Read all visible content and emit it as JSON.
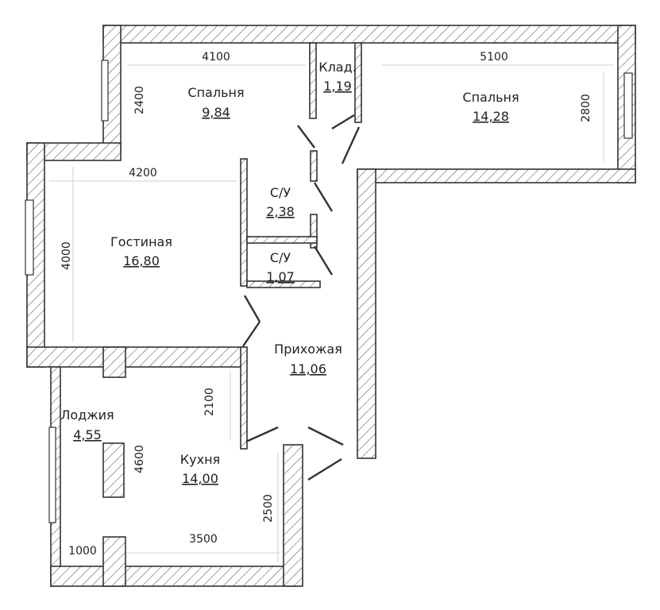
{
  "rooms": {
    "bedroom_left": {
      "name": "Спальня",
      "area": "9,84"
    },
    "storage": {
      "name": "Клад.",
      "area": "1,19"
    },
    "bedroom_right": {
      "name": "Спальня",
      "area": "14,28"
    },
    "living": {
      "name": "Гостиная",
      "area": "16,80"
    },
    "bath1": {
      "name": "С/У",
      "area": "2,38"
    },
    "bath2": {
      "name": "С/У",
      "area": "1,07"
    },
    "hall": {
      "name": "Прихожая",
      "area": "11,06"
    },
    "loggia": {
      "name": "Лоджия",
      "area": "4,55"
    },
    "kitchen": {
      "name": "Кухня",
      "area": "14,00"
    }
  },
  "dimensions": {
    "bedroom_left_width": "4100",
    "bedroom_left_depth": "2400",
    "bedroom_right_width": "5100",
    "bedroom_right_depth": "2800",
    "living_width": "4200",
    "living_depth": "4000",
    "kitchen_upper": "2100",
    "kitchen_lower": "2500",
    "kitchen_width": "3500",
    "loggia_length": "4600",
    "loggia_width": "1000"
  },
  "colors": {
    "wall_stroke": "#333333",
    "hatch": "#555555",
    "background": "#ffffff"
  }
}
